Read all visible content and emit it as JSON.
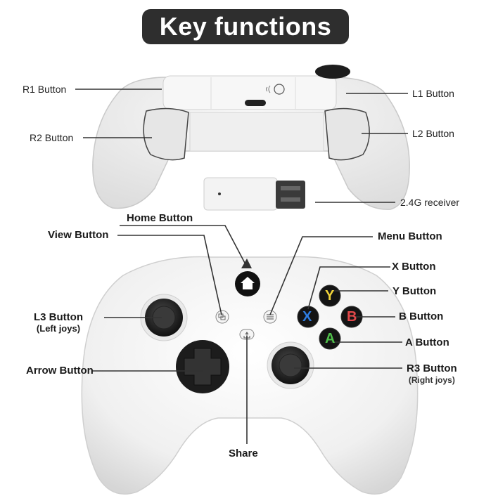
{
  "title": "Key functions",
  "labels": {
    "r1": "R1 Button",
    "r2": "R2 Button",
    "l1": "L1 Button",
    "l2": "L2 Button",
    "receiver": "2.4G receiver",
    "home": "Home Button",
    "view": "View Button",
    "menu": "Menu Button",
    "x": "X Button",
    "y": "Y Button",
    "b": "B Button",
    "a": "A Button",
    "l3": "L3 Button",
    "l3_sub": "(Left joys)",
    "arrow": "Arrow Button",
    "r3": "R3 Button",
    "r3_sub": "(Right joys)",
    "share": "Share"
  },
  "face_buttons": {
    "y": "Y",
    "x": "X",
    "b": "B",
    "a": "A"
  },
  "colors": {
    "title_bg": "#2e2e2e",
    "controller": "#f2f2f2",
    "button_x": "#2f7de1",
    "button_y": "#f2d43a",
    "button_b": "#e2484a",
    "button_a": "#4fbf4a"
  },
  "icons": {
    "home": "xbox-home-icon",
    "view": "view-icon",
    "menu": "menu-icon",
    "share": "share-icon"
  }
}
